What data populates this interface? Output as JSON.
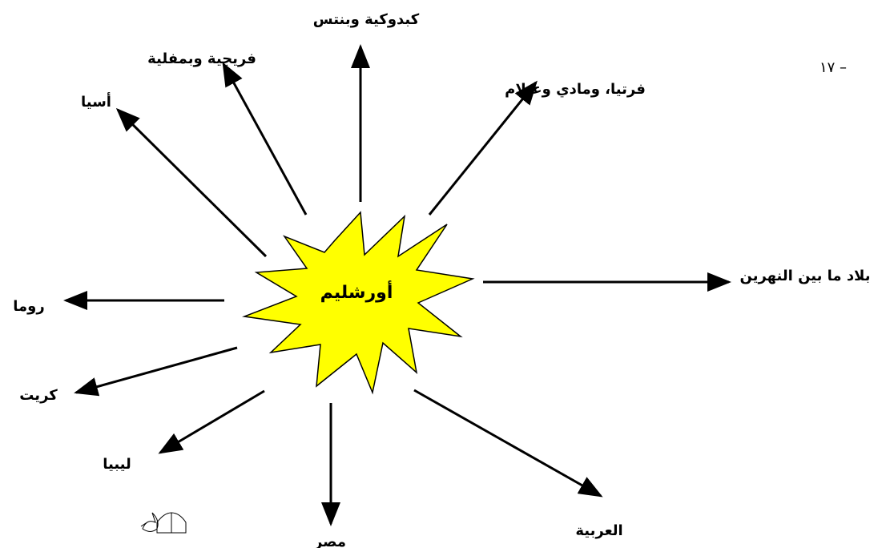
{
  "page_number": "١٧ –",
  "center_label": "أورشليم",
  "destinations": [
    {
      "id": "cappadocia-pontus",
      "label": "كبدوكية وبنتس"
    },
    {
      "id": "phrygia-pamphylia",
      "label": "فريجية وبمفلية"
    },
    {
      "id": "asia",
      "label": "أسيا"
    },
    {
      "id": "parthia-media-elam",
      "label": "فرتيا، ومادي وعيلام"
    },
    {
      "id": "mesopotamia",
      "label": "بلاد ما بين النهرين"
    },
    {
      "id": "rome",
      "label": "روما"
    },
    {
      "id": "crete",
      "label": "كريت"
    },
    {
      "id": "libya",
      "label": "ليبيا"
    },
    {
      "id": "egypt",
      "label": "مصر"
    },
    {
      "id": "arabia",
      "label": "العربية"
    }
  ],
  "colors": {
    "star_fill": "#ffff00",
    "stroke": "#000000"
  },
  "footer_icon": "dove-book-icon"
}
